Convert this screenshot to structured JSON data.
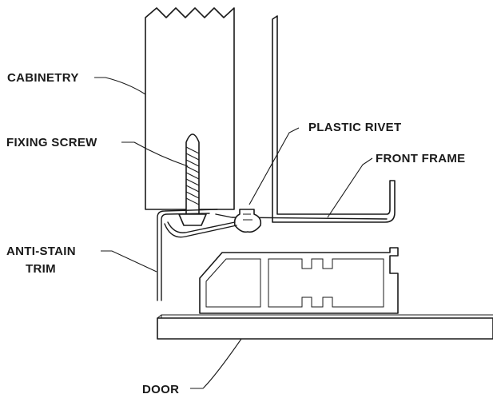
{
  "labels": {
    "cabinetry": "CABINETRY",
    "fixing_screw": "FIXING SCREW",
    "plastic_rivet": "PLASTIC RIVET",
    "front_frame": "FRONT FRAME",
    "anti_stain_line1": "ANTI-STAIN",
    "anti_stain_line2": "TRIM",
    "door": "DOOR"
  }
}
